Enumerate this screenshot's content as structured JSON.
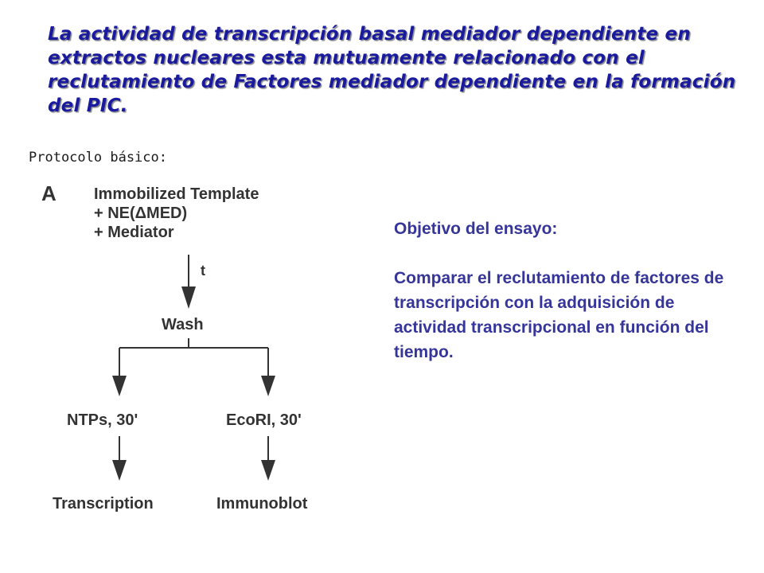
{
  "slide": {
    "title_lines": [
      "La actividad de transcripción basal mediador dependiente en",
      "extractos nucleares esta mutuamente relacionado con el",
      "reclutamiento de Factores mediador dependiente en la formación",
      "del PIC."
    ],
    "protocol_label": "Protocolo básico:"
  },
  "diagram": {
    "panel_letter": "A",
    "top_lines": [
      "Immobilized Template",
      "+ NE(ΔMED)",
      "+ Mediator"
    ],
    "time_label": "t",
    "wash": "Wash",
    "left_step": "NTPs, 30'",
    "right_step": "EcoRI, 30'",
    "left_result": "Transcription",
    "right_result": "Immunoblot",
    "ink_color": "#333333"
  },
  "objective": {
    "heading": "Objetivo del ensayo:",
    "body": "Comparar el reclutamiento de factores de transcripción con la adquisición de actividad transcripcional en función del tiempo.",
    "color": "#35359a"
  }
}
